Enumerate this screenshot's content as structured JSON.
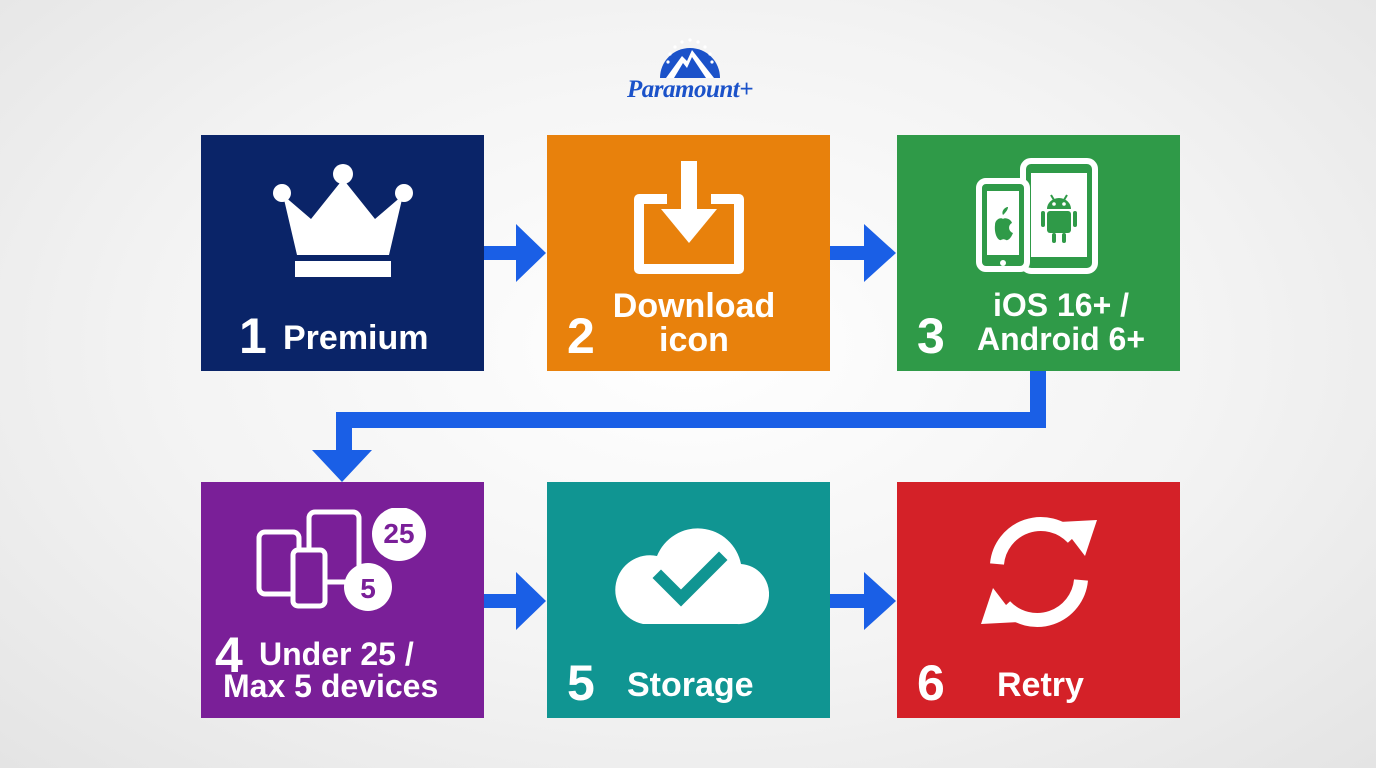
{
  "brand": {
    "name": "Paramount+",
    "color": "#1b52c9"
  },
  "arrow_color": "#1a5fe6",
  "steps": [
    {
      "number": "1",
      "label": "Premium",
      "icon": "crown-icon",
      "color": "#0a2468"
    },
    {
      "number": "2",
      "label_line1": "Download",
      "label_line2": "icon",
      "icon": "download-icon",
      "color": "#e8810c"
    },
    {
      "number": "3",
      "label_line1": "iOS 16+ /",
      "label_line2": "Android 6+",
      "icon": "phone-tablet-icon",
      "color": "#2f9a48"
    },
    {
      "number": "4",
      "label_line1": "Under 25 /",
      "label_line2": "Max 5 devices",
      "badge_large": "25",
      "badge_small": "5",
      "icon": "devices-icon",
      "color": "#7a1f98"
    },
    {
      "number": "5",
      "label": "Storage",
      "icon": "cloud-check-icon",
      "color": "#109592"
    },
    {
      "number": "6",
      "label": "Retry",
      "icon": "retry-icon",
      "color": "#d42128"
    }
  ]
}
